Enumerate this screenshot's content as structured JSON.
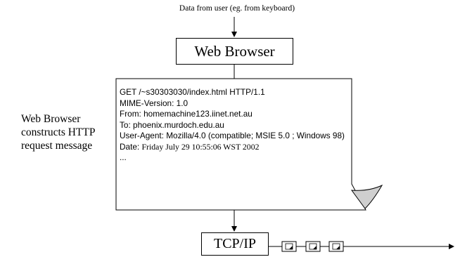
{
  "top_label": "Data from user (eg. from keyboard)",
  "browser_box": "Web Browser",
  "tcpip_box": "TCP/IP",
  "side_caption": [
    "Web Browser",
    "constructs HTTP",
    "request message"
  ],
  "message": {
    "request_line": "GET  /~s30303030/index.html  HTTP/1.1",
    "mime_version": "MIME-Version: 1.0",
    "from": "From: homemachine123.iinet.net.au",
    "to": "To: phoenix.murdoch.edu.au",
    "user_agent": "User-Agent: Mozilla/4.0 (compatible; MSIE 5.0 ; Windows 98)",
    "date_key": "Date: ",
    "date_value": "Friday July 29 10:55:06 WST 2002",
    "ellipsis": "..."
  },
  "icons": [
    "packet-icon",
    "packet-icon",
    "packet-icon"
  ]
}
